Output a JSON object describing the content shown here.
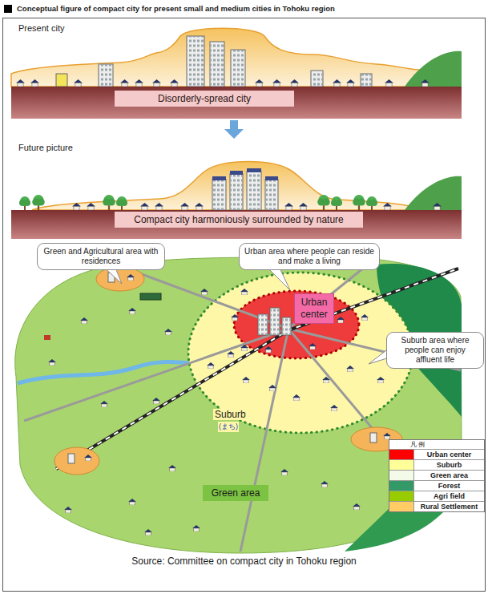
{
  "diagram": {
    "title": "Conceptual figure of compact city for present small and medium cities in Tohoku region",
    "caption": "Source: Committee on compact city in Tohoku region",
    "nodes": [
      {
        "text": [
          "Disorderly-spread city"
        ]
      },
      {
        "text": [
          "Compact city harmoniously surrounded by nature"
        ]
      },
      {
        "text": [
          "Green and Agricultural area with residences"
        ]
      },
      {
        "text": [
          "Urban area where people can reside and make a living"
        ]
      },
      {
        "text": [
          "Urban center"
        ]
      },
      {
        "text": [
          "Suburb area where people can enjoy affluent life"
        ]
      },
      {
        "text": [
          "Green area"
        ]
      }
    ],
    "labels": [
      "Present city",
      "Future picture",
      "Suburb",
      "(まち)",
      "凡 例"
    ],
    "legend": [
      {
        "text": "Urban center",
        "color": "#ff0000"
      },
      {
        "text": "Suburb",
        "color": "#ffff99"
      },
      {
        "text": "Green area",
        "color": "#f4fae8"
      },
      {
        "text": "Forest",
        "color": "#339966"
      },
      {
        "text": "Agri field",
        "color": "#99cc00"
      },
      {
        "text": "Rural Settlement",
        "color": "#ffcc66"
      }
    ]
  }
}
